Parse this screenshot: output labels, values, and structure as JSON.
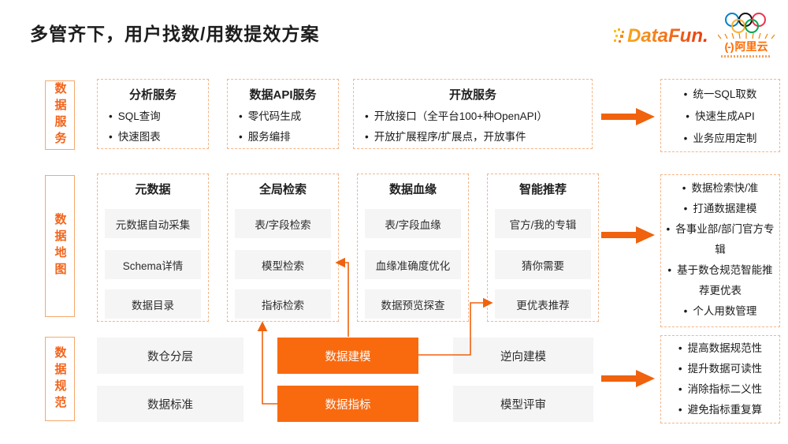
{
  "page": {
    "title": "多管齐下，用户找数/用数提效方案"
  },
  "logos": {
    "datafun_text": "DataFun.",
    "aliyun_mark": "(-)",
    "aliyun_text": "阿里云"
  },
  "colors": {
    "accent_orange": "#F0620D",
    "highlight_fill": "#F96A0F",
    "dashed_border": "#F6B587",
    "label_text": "#F2641A",
    "item_gray_bg": "#F5F5F6"
  },
  "rows": [
    {
      "label": "数据服务",
      "columns": [
        {
          "header": "分析服务",
          "bullets": [
            "SQL查询",
            "快速图表"
          ]
        },
        {
          "header": "数据API服务",
          "bullets": [
            "零代码生成",
            "服务编排"
          ]
        },
        {
          "header": "开放服务",
          "bullets": [
            "开放接口（全平台100+种OpenAPI）",
            "开放扩展程序/扩展点，开放事件"
          ]
        }
      ],
      "outcomes": [
        "统一SQL取数",
        "快速生成API",
        "业务应用定制"
      ]
    },
    {
      "label": "数据地图",
      "columns": [
        {
          "header": "元数据",
          "items": [
            "元数据自动采集",
            "Schema详情",
            "数据目录"
          ]
        },
        {
          "header": "全局检索",
          "items": [
            "表/字段检索",
            "模型检索",
            "指标检索"
          ]
        },
        {
          "header": "数据血缘",
          "items": [
            "表/字段血缘",
            "血缘准确度优化",
            "数据预览探查"
          ]
        },
        {
          "header": "智能推荐",
          "items": [
            "官方/我的专辑",
            "猜你需要",
            "更优表推荐"
          ]
        }
      ],
      "outcomes": [
        "数据检索快/准",
        "打通数据建模",
        "各事业部/部门官方专辑",
        "基于数仓规范智能推荐更优表",
        "个人用数管理"
      ]
    },
    {
      "label": "数据规范",
      "plain_items_left": [
        "数仓分层",
        "数据标准"
      ],
      "highlight_items": [
        "数据建模",
        "数据指标"
      ],
      "plain_items_right": [
        "逆向建模",
        "模型评审"
      ],
      "outcomes": [
        "提高数据规范性",
        "提升数据可读性",
        "消除指标二义性",
        "避免指标重复算"
      ]
    }
  ]
}
